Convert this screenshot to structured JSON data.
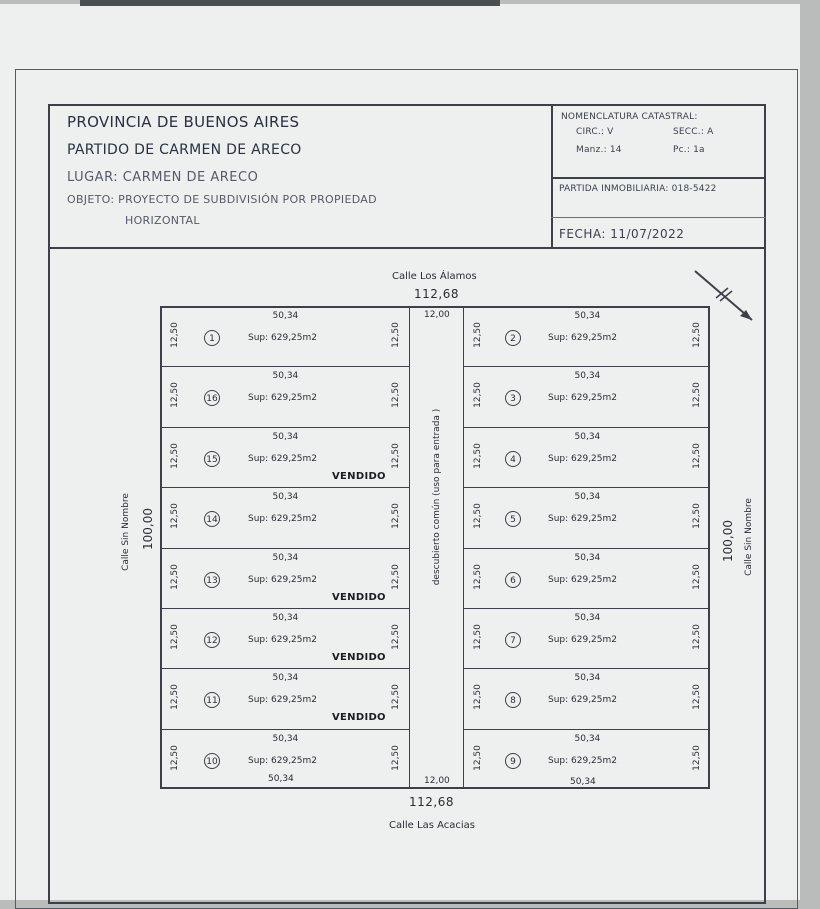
{
  "header": {
    "provincia": "PROVINCIA DE BUENOS AIRES",
    "partido": "PARTIDO DE CARMEN DE ARECO",
    "lugar": "LUGAR: CARMEN DE ARECO",
    "objeto_line1": "OBJETO: PROYECTO DE SUBDIVISIÓN POR PROPIEDAD",
    "objeto_line2": "HORIZONTAL"
  },
  "catastro": {
    "title": "NOMENCLATURA CATASTRAL:",
    "circ": "CIRC.: V",
    "secc": "SECC.: A",
    "manz": "Manz.: 14",
    "pc": "Pc.: 1a",
    "partida": "PARTIDA INMOBILIARIA: 018-5422",
    "fecha": "FECHA: 11/07/2022"
  },
  "plan": {
    "street_top": "Calle Los Álamos",
    "street_bottom": "Calle Las Acacias",
    "street_left": "Calle Sin Nombre",
    "street_right": "Calle Sin Nombre",
    "width_top": "112,68",
    "width_bottom": "112,68",
    "height_left": "100,00",
    "height_right": "100,00",
    "passage_top": "12,00",
    "passage_bottom": "12,00",
    "passage_label": "descubierto común (uso para entrada )",
    "lot_width": "50,34",
    "lot_depth": "12,50",
    "lot_area": "Sup: 629,25m2",
    "sold_label": "VENDIDO"
  },
  "lots_left": [
    {
      "num": "1",
      "sold": false
    },
    {
      "num": "16",
      "sold": false
    },
    {
      "num": "15",
      "sold": true
    },
    {
      "num": "14",
      "sold": false
    },
    {
      "num": "13",
      "sold": true
    },
    {
      "num": "12",
      "sold": true
    },
    {
      "num": "11",
      "sold": true
    },
    {
      "num": "10",
      "sold": false
    }
  ],
  "lots_right": [
    {
      "num": "2",
      "sold": false
    },
    {
      "num": "3",
      "sold": false
    },
    {
      "num": "4",
      "sold": false
    },
    {
      "num": "5",
      "sold": false
    },
    {
      "num": "6",
      "sold": false
    },
    {
      "num": "7",
      "sold": false
    },
    {
      "num": "8",
      "sold": false
    },
    {
      "num": "9",
      "sold": false
    }
  ]
}
